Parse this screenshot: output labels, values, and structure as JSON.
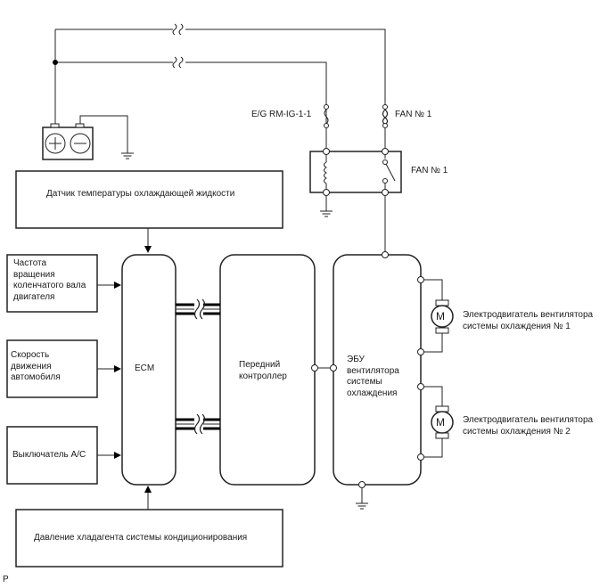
{
  "diagram": {
    "type": "wiring-block-diagram",
    "battery": {
      "positive_symbol": "+",
      "negative_symbol": "−"
    },
    "fuses": [
      {
        "id": "eg-rm-ig",
        "label": "E/G RM-IG-1-1"
      },
      {
        "id": "fan1-fuse",
        "label": "FAN № 1"
      }
    ],
    "relay": {
      "label": "FAN № 1"
    },
    "blocks": {
      "coolant_sensor": "Датчик температуры охлаждающей жидкости",
      "engine_speed": [
        "Частота",
        "вращения",
        "коленчатого вала",
        "двигателя"
      ],
      "vehicle_speed": [
        "Скорость",
        "движения",
        "автомобиля"
      ],
      "ac_switch": "Выключатель A/C",
      "ac_pressure": "Давление хладагента системы кондиционирования",
      "ecm": "ECM",
      "front_controller": [
        "Передний",
        "контроллер"
      ],
      "fan_ecu": [
        "ЭБУ",
        "вентилятора",
        "системы",
        "охлаждения"
      ]
    },
    "motors": [
      {
        "symbol": "M",
        "label": [
          "Электродвигатель вентилятора",
          "системы охлаждения № 1"
        ]
      },
      {
        "symbol": "M",
        "label": [
          "Электродвигатель вентилятора",
          "системы охлаждения № 2"
        ]
      }
    ],
    "corner_mark": "P"
  }
}
